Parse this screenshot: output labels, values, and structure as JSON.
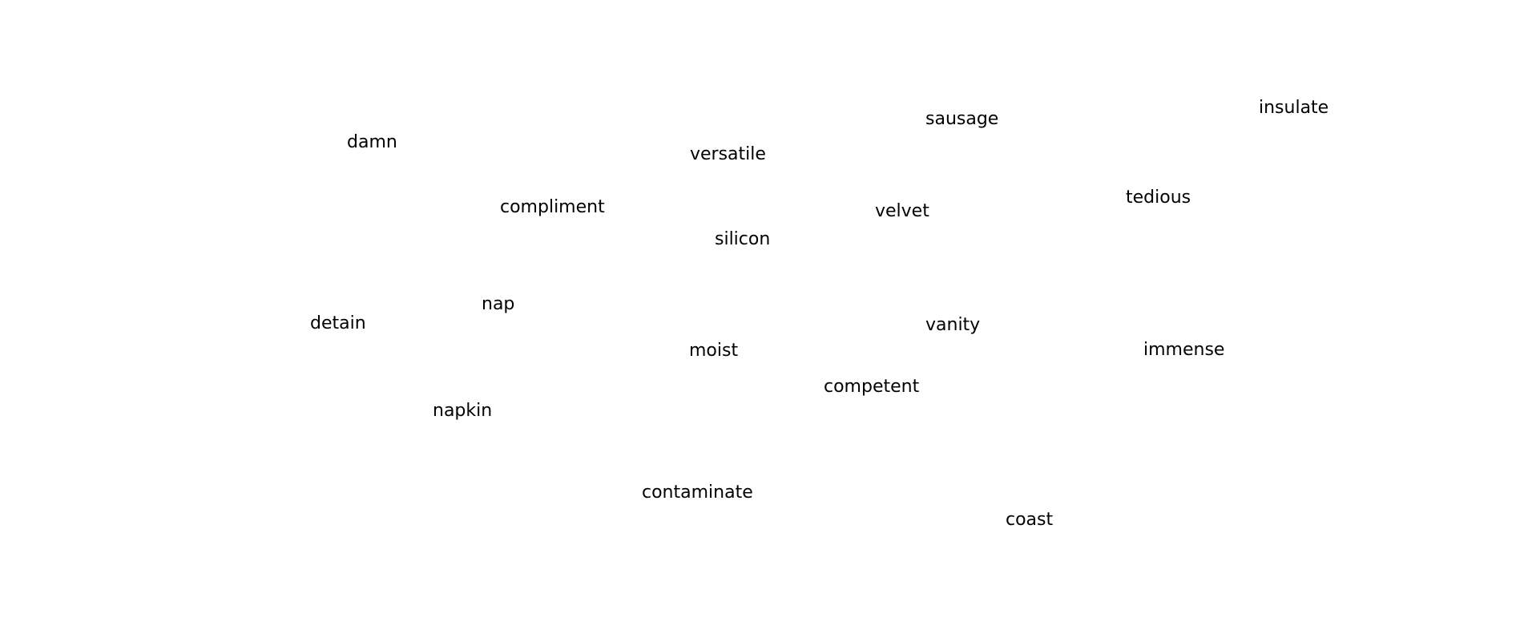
{
  "words": {
    "damn": "damn",
    "versatile": "versatile",
    "sausage": "sausage",
    "insulate": "insulate",
    "compliment": "compliment",
    "velvet": "velvet",
    "tedious": "tedious",
    "silicon": "silicon",
    "nap": "nap",
    "detain": "detain",
    "vanity": "vanity",
    "moist": "moist",
    "immense": "immense",
    "competent": "competent",
    "napkin": "napkin",
    "contaminate": "contaminate",
    "coast": "coast"
  },
  "colors": {
    "background": "#ffffff",
    "text": "#000000"
  }
}
